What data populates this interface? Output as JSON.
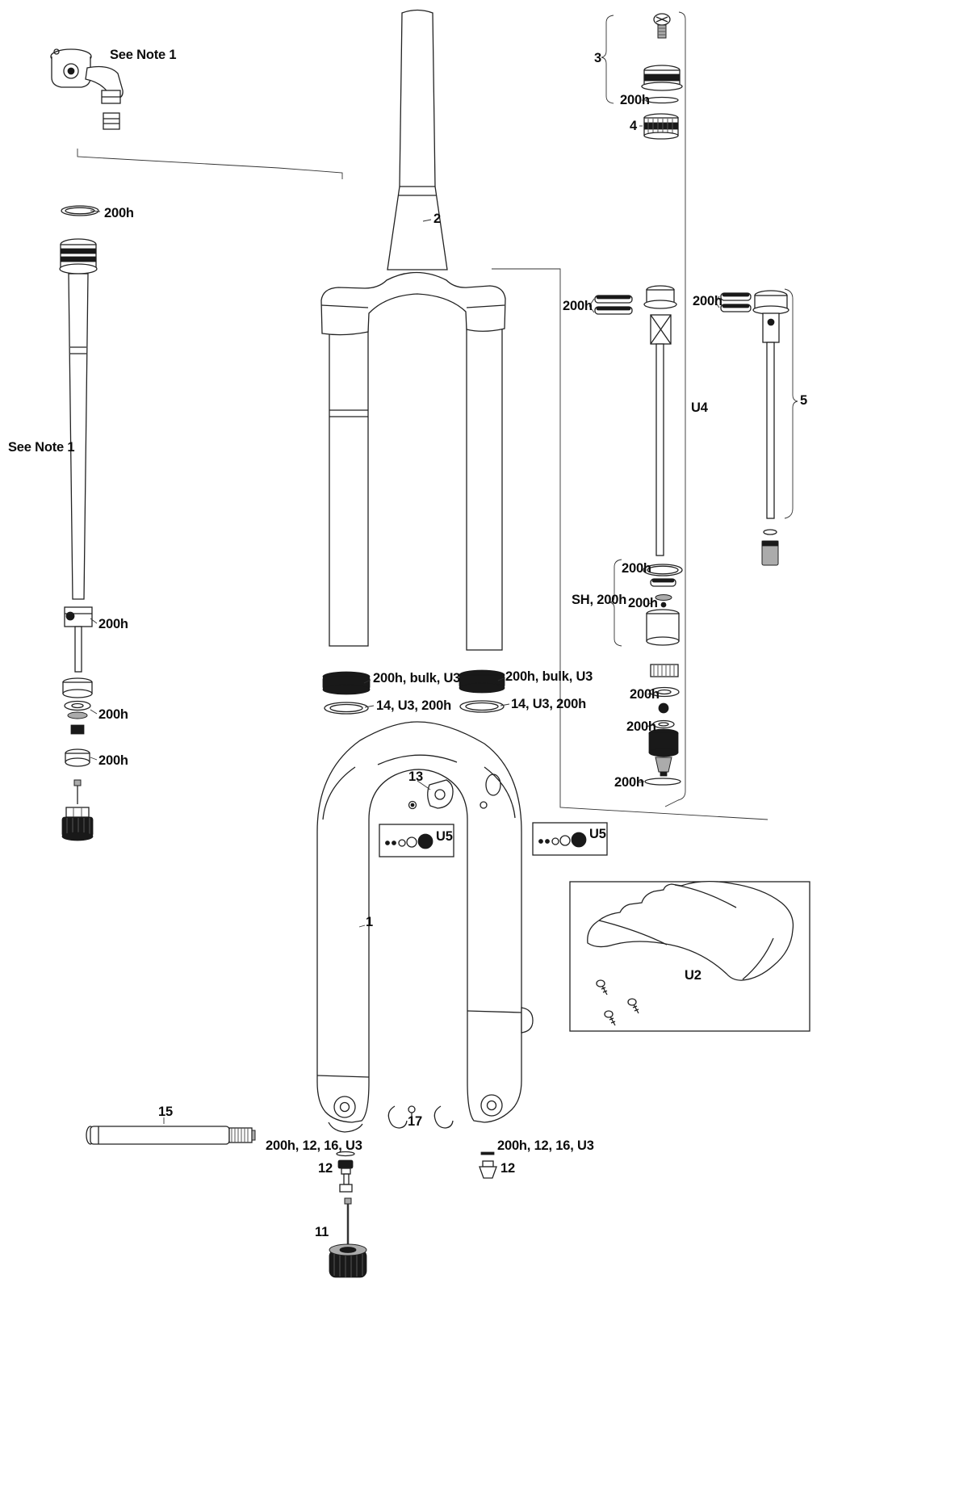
{
  "colors": {
    "ink": "#1a1a1a",
    "background": "#ffffff"
  },
  "labels": {
    "see_note_1": "See Note 1",
    "h200": "200h",
    "part_1": "1",
    "part_2": "2",
    "part_3": "3",
    "part_4": "4",
    "part_5": "5",
    "part_11": "11",
    "part_12": "12",
    "part_13": "13",
    "part_15": "15",
    "part_17": "17",
    "group_u2": "U2",
    "group_u4": "U4",
    "group_u5": "U5",
    "sh_200h": "SH, 200h",
    "bulk_200h_u3": "200h, bulk, U3",
    "seal_14_u3_200h": "14, U3, 200h",
    "axle_200h_12_16_u3": "200h, 12, 16, U3"
  }
}
